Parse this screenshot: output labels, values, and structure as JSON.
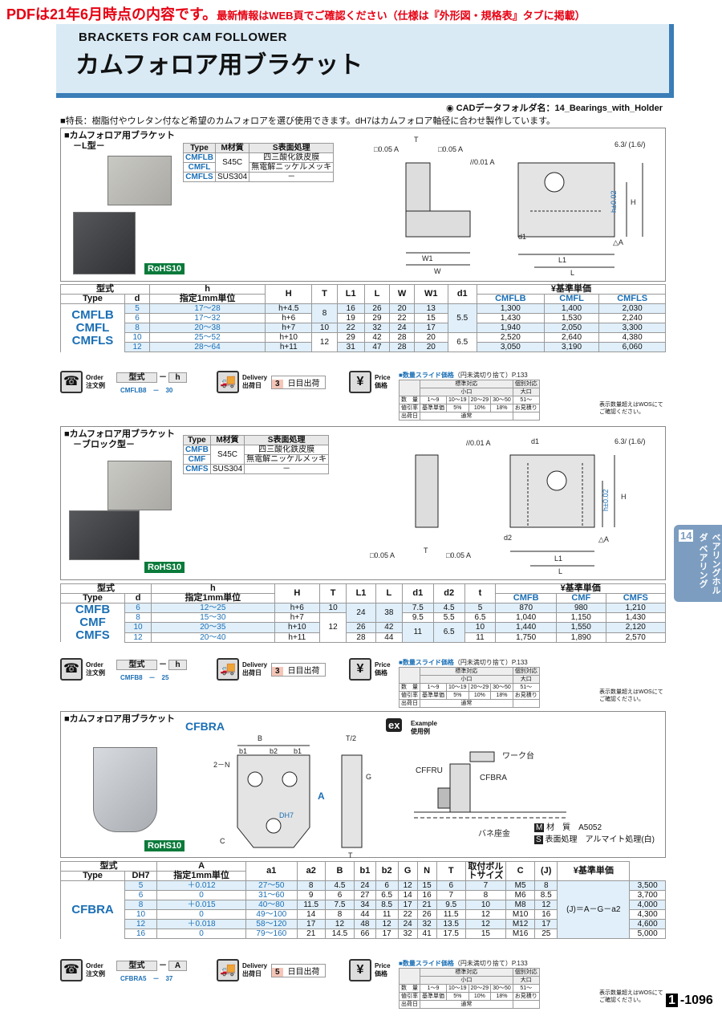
{
  "notice": {
    "main": "PDFは21年6月時点の内容です。",
    "sub": "最新情報はWEB頁でご確認ください（仕様は『外形図・規格表』タブに掲載）"
  },
  "header": {
    "en": "BRACKETS FOR CAM FOLLOWER",
    "jp": "カムフォロア用ブラケット"
  },
  "cad": "◉ CADデータフォルダ名：14_Bearings_with_Holder",
  "feature": "■特長：樹脂付やウレタン付など希望のカムフォロアを選び使用できます。dH7はカムフォロア軸径に合わせ製作しています。",
  "tab": {
    "num": "14",
    "text": "ベアリングホルダ ベアリング"
  },
  "page": {
    "num": "1",
    "suffix": "-1096"
  },
  "sec1": {
    "title": "■カムフォロア用ブラケット\n　－L型－",
    "mat_headers": [
      "Type",
      "M材質",
      "S表面処理"
    ],
    "mat_rows": [
      [
        "CMFLB",
        "S45C",
        "四三酸化鉄皮膜"
      ],
      [
        "CMFL",
        "",
        "無電解ニッケルメッキ"
      ],
      [
        "CMFLS",
        "SUS304",
        "－"
      ]
    ],
    "headers": [
      "型式",
      "h",
      "H",
      "T",
      "L1",
      "L",
      "W",
      "W1",
      "d1",
      "¥基準単価"
    ],
    "sub_headers": [
      "Type",
      "d",
      "指定1mm単位",
      "CMFLB",
      "CMFL",
      "CMFLS"
    ],
    "codes": [
      "CMFLB",
      "CMFL",
      "CMFLS"
    ],
    "rows": [
      [
        "5",
        "17～28",
        "h+4.5",
        "",
        "16",
        "26",
        "20",
        "13",
        "",
        "1,300",
        "1,400",
        "2,030"
      ],
      [
        "6",
        "17～32",
        "h+6",
        "8",
        "19",
        "29",
        "22",
        "15",
        "5.5",
        "1,430",
        "1,530",
        "2,240"
      ],
      [
        "8",
        "20～38",
        "h+7",
        "10",
        "22",
        "32",
        "24",
        "17",
        "",
        "1,940",
        "2,050",
        "3,300"
      ],
      [
        "10",
        "25～52",
        "h+10",
        "12",
        "29",
        "42",
        "28",
        "20",
        "6.5",
        "2,520",
        "2,640",
        "4,380"
      ],
      [
        "12",
        "28～64",
        "h+11",
        "",
        "31",
        "47",
        "28",
        "20",
        "",
        "3,050",
        "3,190",
        "6,060"
      ]
    ],
    "order": {
      "label": "Order",
      "jp": "注文例",
      "cols": [
        "型式",
        "h"
      ],
      "ex": "CMFLB8　－　30"
    },
    "delivery": {
      "label": "Delivery",
      "jp": "出荷日",
      "days": "3",
      "unit": "日目出荷"
    },
    "price": {
      "label": "Price",
      "jp": "価格"
    }
  },
  "sec2": {
    "title": "■カムフォロア用ブラケット\n　－ブロック型－",
    "mat_rows": [
      [
        "CMFB",
        "S45C",
        "四三酸化鉄皮膜"
      ],
      [
        "CMF",
        "",
        "無電解ニッケルメッキ"
      ],
      [
        "CMFS",
        "SUS304",
        "－"
      ]
    ],
    "headers": [
      "型式",
      "h",
      "H",
      "T",
      "L1",
      "L",
      "d1",
      "d2",
      "t",
      "¥基準単価"
    ],
    "sub_headers": [
      "Type",
      "d",
      "指定1mm単位",
      "CMFB",
      "CMF",
      "CMFS"
    ],
    "codes": [
      "CMFB",
      "CMF",
      "CMFS"
    ],
    "rows": [
      [
        "6",
        "12～25",
        "h+6",
        "10",
        "24",
        "38",
        "7.5",
        "4.5",
        "5",
        "870",
        "980",
        "1,210"
      ],
      [
        "8",
        "15～30",
        "h+7",
        "",
        "",
        "",
        "9.5",
        "5.5",
        "6.5",
        "1,040",
        "1,150",
        "1,430"
      ],
      [
        "10",
        "20～35",
        "h+10",
        "12",
        "26",
        "42",
        "11",
        "6.5",
        "10",
        "1,440",
        "1,550",
        "2,120"
      ],
      [
        "12",
        "20～40",
        "h+11",
        "",
        "28",
        "44",
        "",
        "",
        "11",
        "1,750",
        "1,890",
        "2,570"
      ]
    ],
    "order": {
      "ex": "CMFB8　－　25"
    },
    "delivery": {
      "days": "3",
      "unit": "日目出荷"
    }
  },
  "sec3": {
    "title": "■カムフォロア用ブラケット",
    "code": "CFBRA",
    "example": {
      "label": "Example",
      "jp": "使用例",
      "work": "ワーク台",
      "cfbru": "CFFRU",
      "cfbra": "CFBRA",
      "spring": "バネ座金"
    },
    "mat": {
      "m": "材　質　A5052",
      "s": "表面処理　アルマイト処理(白)"
    },
    "headers": [
      "型式",
      "A",
      "a1",
      "a2",
      "B",
      "b1",
      "b2",
      "G",
      "N",
      "T",
      "取付ボルトサイズ",
      "C",
      "(J)",
      "¥基準単価"
    ],
    "sub_headers": [
      "Type",
      "DH7",
      "指定1mm単位"
    ],
    "j": "(J)＝A－G－a2",
    "rows": [
      [
        "5",
        "＋0.012",
        "27～50",
        "8",
        "4.5",
        "24",
        "6",
        "12",
        "15",
        "6",
        "7",
        "M5",
        "8",
        "3,500"
      ],
      [
        "6",
        "0",
        "31～60",
        "9",
        "6",
        "27",
        "6.5",
        "14",
        "16",
        "7",
        "8",
        "M6",
        "8.5",
        "3,700"
      ],
      [
        "8",
        "＋0.015",
        "40～80",
        "11.5",
        "7.5",
        "34",
        "8.5",
        "17",
        "21",
        "9.5",
        "10",
        "M8",
        "12",
        "4,000"
      ],
      [
        "10",
        "0",
        "49～100",
        "14",
        "8",
        "44",
        "11",
        "22",
        "26",
        "11.5",
        "12",
        "M10",
        "16",
        "4,300"
      ],
      [
        "12",
        "＋0.018",
        "58～120",
        "17",
        "12",
        "48",
        "12",
        "24",
        "32",
        "13.5",
        "12",
        "M12",
        "17",
        "4,600"
      ],
      [
        "16",
        "0",
        "79～160",
        "21",
        "14.5",
        "66",
        "17",
        "32",
        "41",
        "17.5",
        "15",
        "M16",
        "25",
        "5,000"
      ]
    ],
    "order": {
      "cols": [
        "型式",
        "A"
      ],
      "ex": "CFBRA5　－　37"
    },
    "delivery": {
      "days": "5",
      "unit": "日目出荷"
    }
  },
  "slide": {
    "title": "■数量スライド価格",
    "note": "（円未満切り捨て）P.133",
    "h1": "標準対応",
    "h2": "個別対応",
    "small": "小口",
    "large": "大口",
    "qty": [
      "数　量",
      "1～9",
      "10～19",
      "20～29",
      "30～50",
      "51～"
    ],
    "rate": [
      "値引率",
      "基準単価",
      "5%",
      "10%",
      "18%",
      "お見積り"
    ],
    "ship": [
      "出荷日",
      "通常"
    ],
    "foot": "表示数量超えはWOSにてご確認ください。"
  }
}
